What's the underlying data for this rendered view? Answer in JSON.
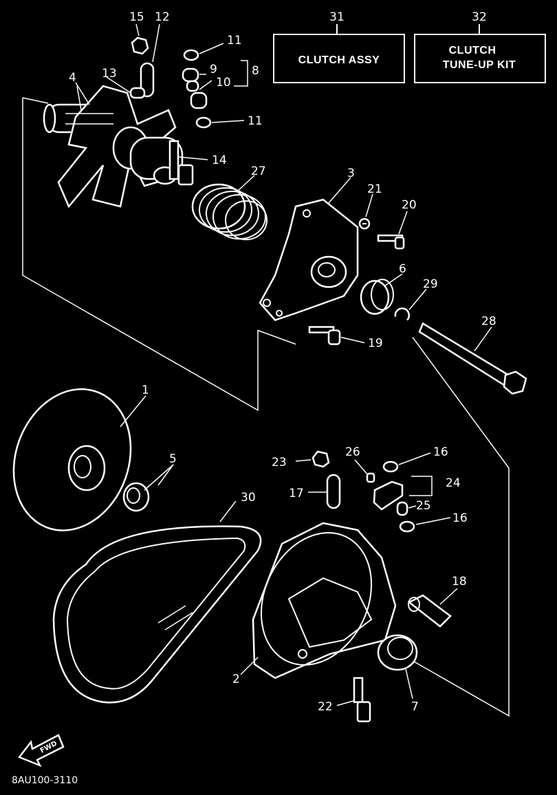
{
  "diagram": {
    "boxes": [
      {
        "num": "31",
        "lines": [
          "CLUTCH ASSY"
        ]
      },
      {
        "num": "32",
        "lines": [
          "CLUTCH",
          "TUNE-UP KIT"
        ]
      }
    ],
    "labels": {
      "p1": "1",
      "p2": "2",
      "p3": "3",
      "p4": "4",
      "p5": "5",
      "p6": "6",
      "p7": "7",
      "p8": "8",
      "p9": "9",
      "p10": "10",
      "p11a": "11",
      "p11b": "11",
      "p12": "12",
      "p13": "13",
      "p14": "14",
      "p15": "15",
      "p16a": "16",
      "p16b": "16",
      "p17": "17",
      "p18": "18",
      "p19": "19",
      "p20": "20",
      "p21": "21",
      "p22": "22",
      "p23": "23",
      "p24": "24",
      "p25": "25",
      "p26": "26",
      "p27": "27",
      "p28": "28",
      "p29": "29",
      "p30": "30"
    },
    "fwd_text": "FWD",
    "code": "8AU100-3110"
  }
}
